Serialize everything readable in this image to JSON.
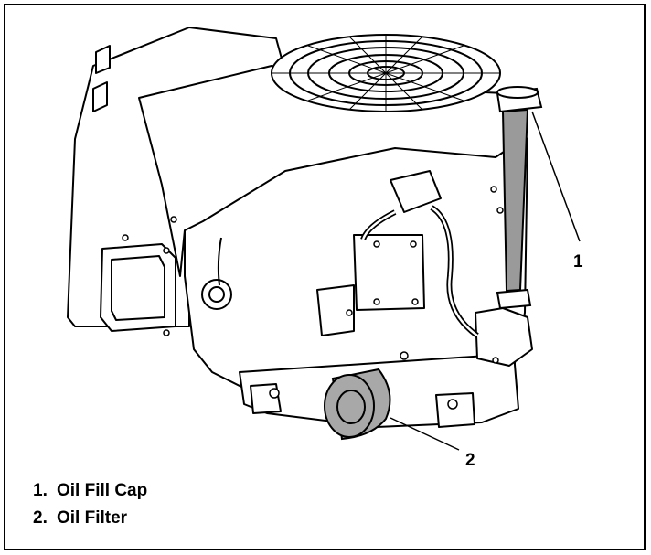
{
  "callouts": [
    {
      "number": "1",
      "label": "Oil Fill Cap"
    },
    {
      "number": "2",
      "label": "Oil Filter"
    }
  ],
  "legend": [
    {
      "number": "1.",
      "label": "Oil Fill Cap"
    },
    {
      "number": "2.",
      "label": "Oil Filter"
    }
  ],
  "colors": {
    "line": "#000000",
    "tube": "#9a9a9a",
    "filter": "#a8a8a8",
    "background": "#ffffff"
  }
}
